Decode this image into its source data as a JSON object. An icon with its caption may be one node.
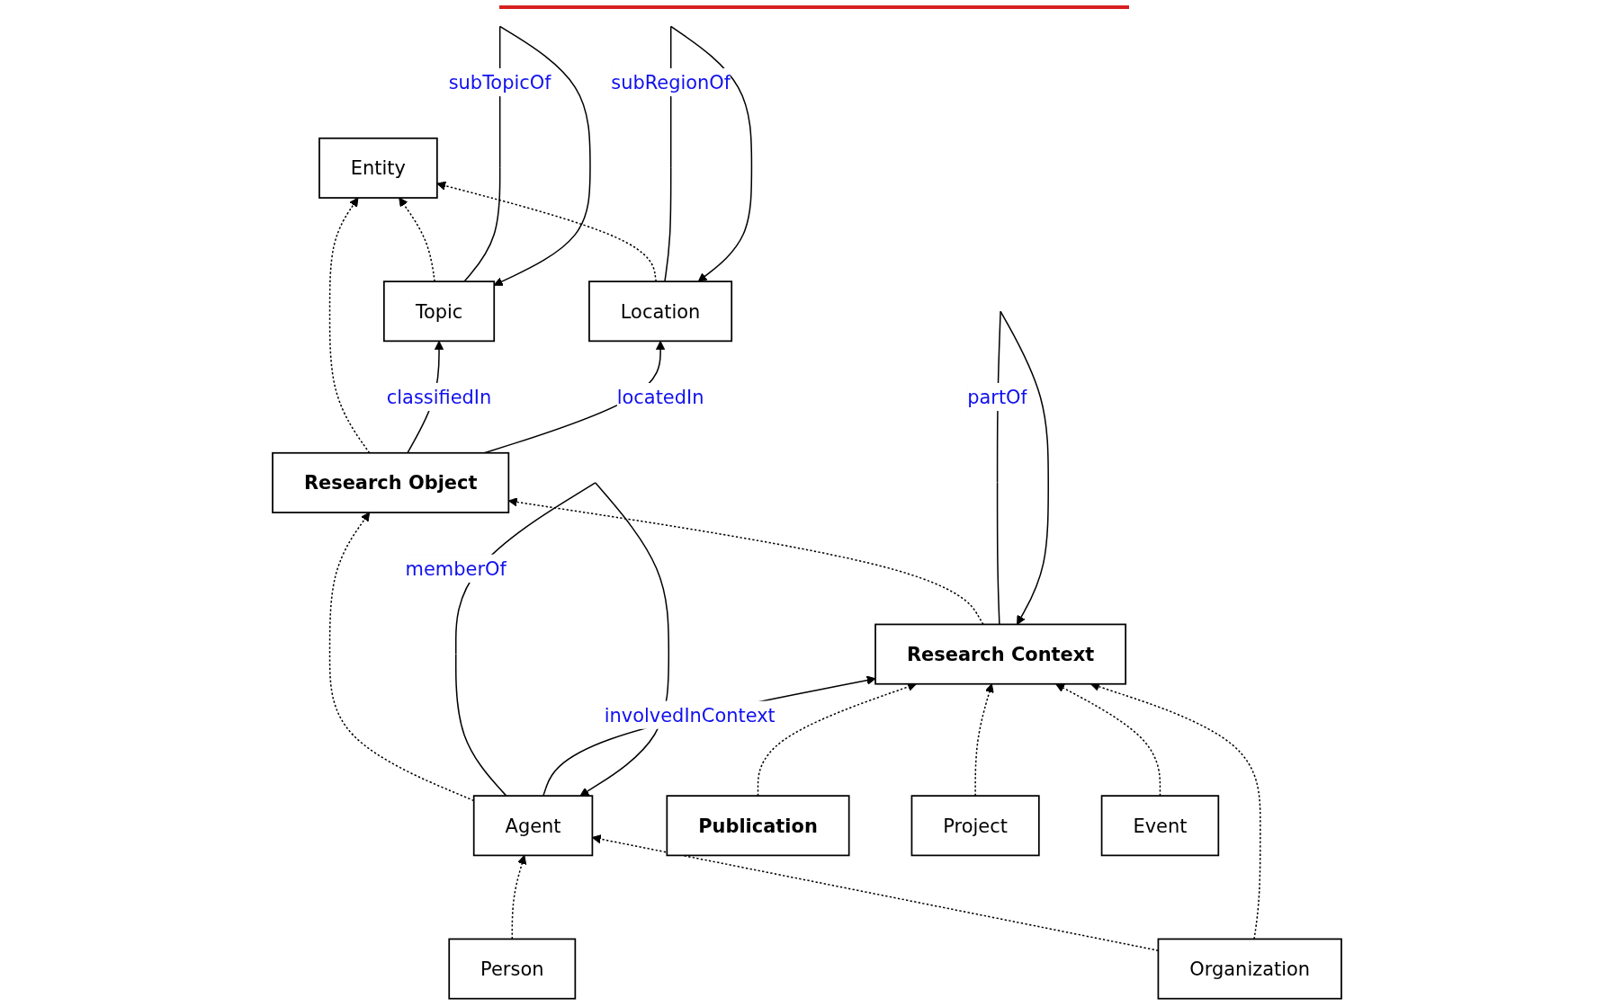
{
  "diagram": {
    "nodes": [
      {
        "text": [
          "Entity"
        ]
      },
      {
        "text": [
          "Topic"
        ]
      },
      {
        "text": [
          "Research Object"
        ]
      },
      {
        "text": [
          "Location"
        ]
      },
      {
        "text": [
          "Agent"
        ]
      },
      {
        "text": [
          "Research Context"
        ]
      },
      {
        "text": [
          "Person"
        ]
      },
      {
        "text": [
          "Organization"
        ]
      },
      {
        "text": [
          "Publication"
        ]
      },
      {
        "text": [
          "Project"
        ]
      },
      {
        "text": [
          "Event"
        ]
      }
    ],
    "edges": [
      {
        "from": 1,
        "to": 0,
        "arrow": "to",
        "style": "dashed"
      },
      {
        "from": 2,
        "to": 0,
        "arrow": "to",
        "style": "dashed"
      },
      {
        "from": 3,
        "to": 0,
        "arrow": "to",
        "style": "dashed"
      },
      {
        "from": 1,
        "to": 1,
        "arrow": "to",
        "label": "subTopicOf"
      },
      {
        "from": 2,
        "to": 1,
        "arrow": "to",
        "label": "classifiedIn"
      },
      {
        "from": 2,
        "to": 3,
        "arrow": "to",
        "label": "locatedIn"
      },
      {
        "from": 3,
        "to": 3,
        "arrow": "to",
        "label": "subRegionOf"
      },
      {
        "from": 4,
        "to": 2,
        "arrow": "to",
        "style": "dashed"
      },
      {
        "from": 5,
        "to": 2,
        "arrow": "to",
        "style": "dashed"
      },
      {
        "from": 4,
        "to": 4,
        "arrow": "to",
        "label": "memberOf"
      },
      {
        "from": 4,
        "to": 5,
        "arrow": "to",
        "label": "involvedInContext"
      },
      {
        "from": 5,
        "to": 5,
        "arrow": "to",
        "label": "partOf"
      },
      {
        "from": 6,
        "to": 4,
        "arrow": "to",
        "style": "dashed"
      },
      {
        "from": 7,
        "to": 4,
        "arrow": "to",
        "style": "dashed"
      },
      {
        "from": 7,
        "to": 5,
        "arrow": "to",
        "style": "dashed"
      },
      {
        "from": 8,
        "to": 5,
        "arrow": "to",
        "style": "dashed"
      },
      {
        "from": 9,
        "to": 5,
        "arrow": "to",
        "style": "dashed"
      },
      {
        "from": 10,
        "to": 5,
        "arrow": "to",
        "style": "dashed"
      }
    ]
  }
}
